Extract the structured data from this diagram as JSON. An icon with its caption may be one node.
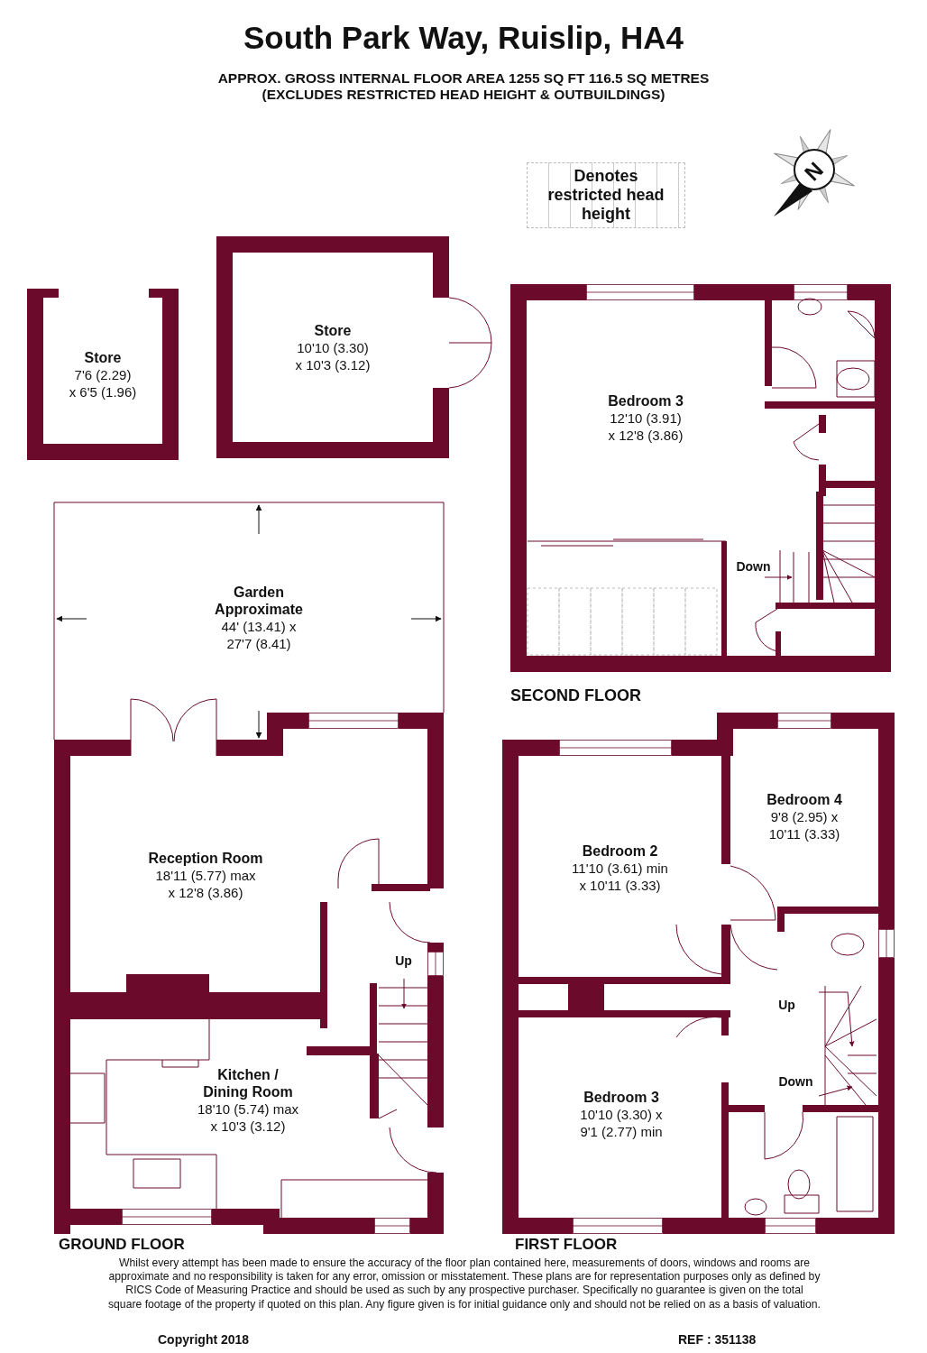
{
  "diagram": {
    "title": "South Park Way, Ruislip, HA4",
    "nodes": [
      {
        "text": [
          "Store",
          "7'6 (2.29) x 6'5 (1.96)"
        ]
      },
      {
        "text": [
          "Store",
          "10'10 (3.30) x 10'3 (3.12)"
        ]
      },
      {
        "text": [
          "Denotes restricted head height"
        ]
      },
      {
        "text": [
          "Bedroom 3",
          "12'10 (3.91) x 12'8 (3.86)"
        ]
      },
      {
        "text": [
          "Garden Approximate",
          "44' (13.41) x 27'7 (8.41)"
        ]
      },
      {
        "text": [
          "Reception Room",
          "18'11 (5.77) max x 12'8 (3.86)"
        ]
      },
      {
        "text": [
          "Kitchen / Dining Room",
          "18'10 (5.74) max x 10'3 (3.12)"
        ]
      },
      {
        "text": [
          "Bedroom 2",
          "11'10 (3.61) min x 10'11 (3.33)"
        ]
      },
      {
        "text": [
          "Bedroom 4",
          "9'8 (2.95) x 10'11 (3.33)"
        ]
      },
      {
        "text": [
          "Bedroom 3",
          "10'10 (3.30) x 9'1 (2.77) min"
        ]
      }
    ],
    "labels": [
      "APPROX. GROSS INTERNAL FLOOR AREA 1255 SQ FT 116.5 SQ METRES (EXCLUDES RESTRICTED HEAD HEIGHT & OUTBUILDINGS)",
      "N",
      "Down",
      "SECOND FLOOR",
      "Up",
      "Up",
      "Down",
      "GROUND FLOOR",
      "FIRST FLOOR",
      "Whilst every attempt has been made to ensure the accuracy of the floor plan contained here, measurements of doors, windows and rooms are approximate and no responsibility is taken for any error, omission or misstatement. These plans are for representation purposes only as defined by RICS Code of Measuring Practice and should be used as such by any prospective purchaser. Specifically no guarantee is given on the total square footage of the property if quoted on this plan. Any figure given is for initial guidance only and should not be relied on as a basis of valuation.",
      "Copyright 2018",
      "REF : 351138"
    ]
  }
}
